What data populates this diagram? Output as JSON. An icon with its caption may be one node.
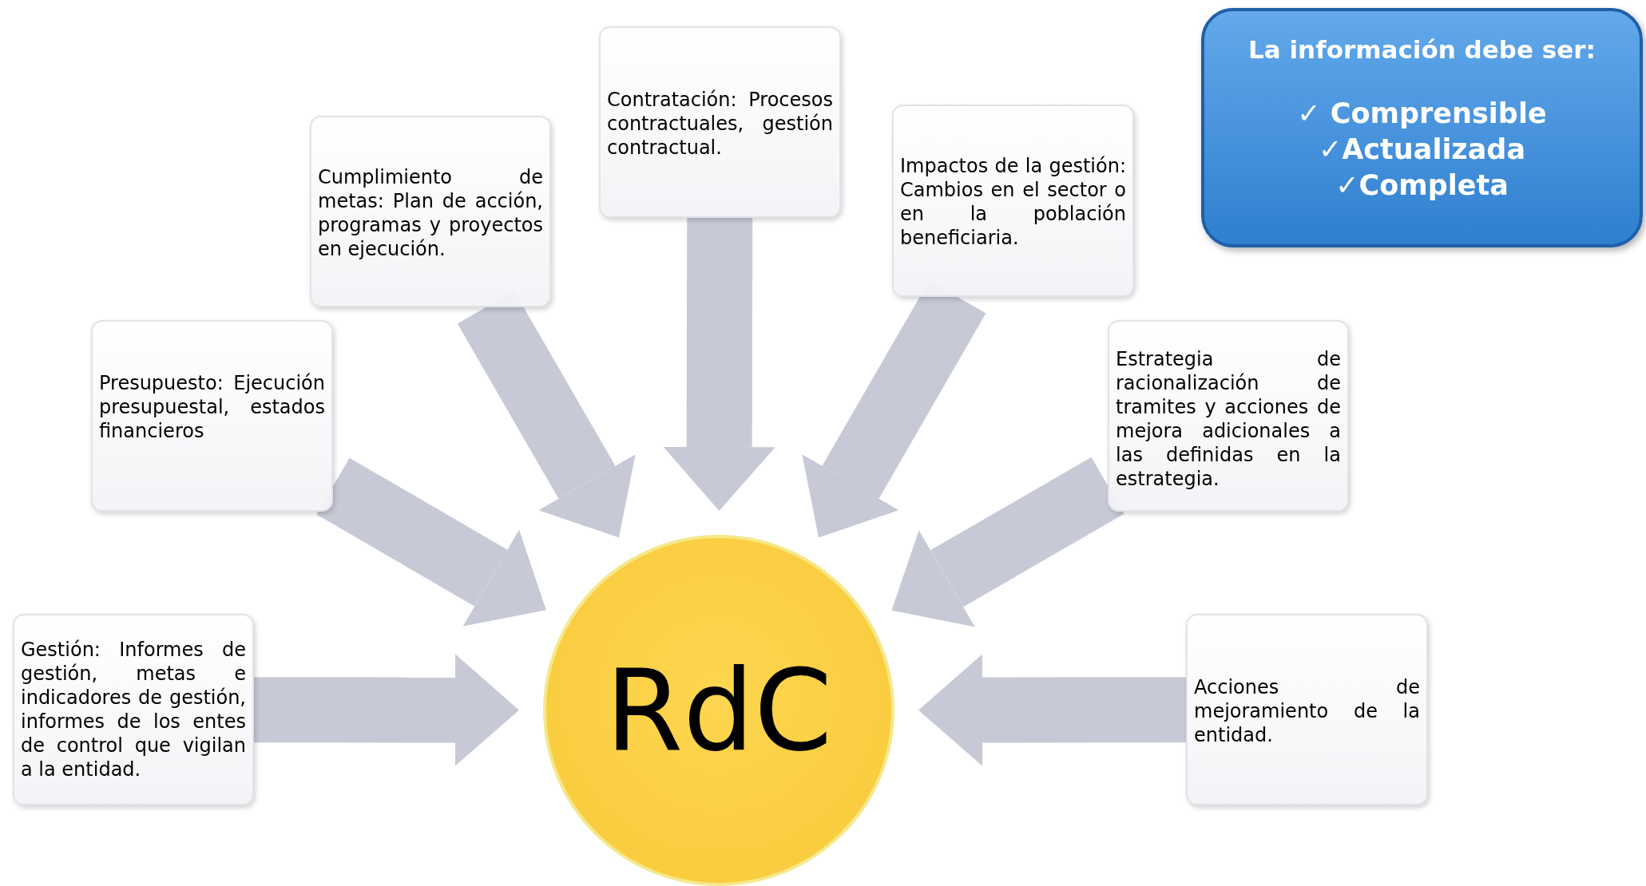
{
  "diagram": {
    "nodes": [
      {
        "text": [
          "Gestión: Informes de gestión, metas e indicadores de gestión, informes de los entes de control que vigilan a la entidad."
        ]
      },
      {
        "text": [
          "Presupuesto: Ejecución presupuestal, estados financieros"
        ]
      },
      {
        "text": [
          "Cumplimiento de metas: Plan de acción, programas y proyectos en ejecución."
        ]
      },
      {
        "text": [
          "Contratación: Procesos contractuales, gestión contractual."
        ]
      },
      {
        "text": [
          "Impactos de la gestión: Cambios en el sector o en la población beneficiaria."
        ]
      },
      {
        "text": [
          "Estrategia de racionalización de tramites y acciones de mejora adicionales a las definidas en la estrategia."
        ]
      },
      {
        "text": [
          "Acciones de mejoramiento de la entidad."
        ]
      },
      {
        "text": [
          "RdC"
        ]
      },
      {
        "text": [
          "La información debe ser:",
          "✓ Comprensible",
          "✓Actualizada",
          "✓Completa"
        ]
      }
    ],
    "edges": [
      {
        "from": 0,
        "to": 7,
        "arrow": "to"
      },
      {
        "from": 1,
        "to": 7,
        "arrow": "to"
      },
      {
        "from": 2,
        "to": 7,
        "arrow": "to"
      },
      {
        "from": 3,
        "to": 7,
        "arrow": "to"
      },
      {
        "from": 4,
        "to": 7,
        "arrow": "to"
      },
      {
        "from": 5,
        "to": 7,
        "arrow": "to"
      },
      {
        "from": 6,
        "to": 7,
        "arrow": "to"
      }
    ]
  }
}
